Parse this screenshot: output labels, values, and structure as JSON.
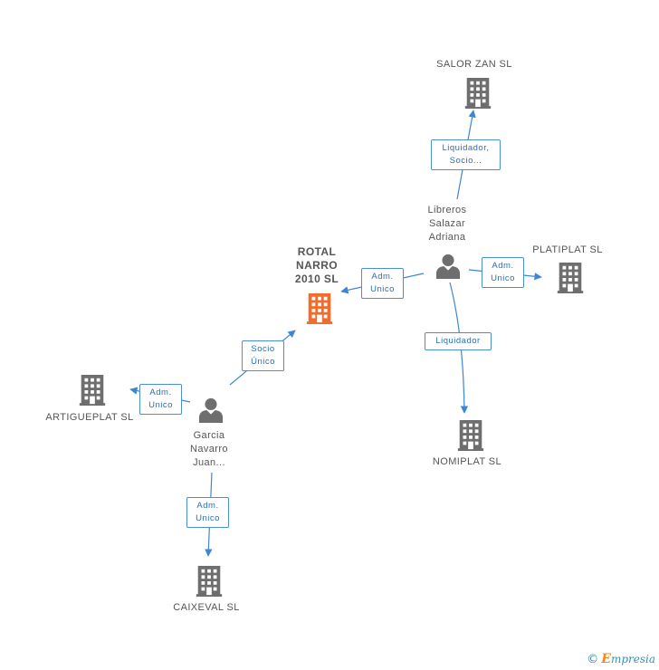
{
  "colors": {
    "main_company": "#f26c2e",
    "company": "#6e6e6e",
    "person": "#6e6e6e",
    "edge": "#3e86d4",
    "label_text": "#2a6fb7"
  },
  "nodes": {
    "rotal": {
      "label_lines": [
        "ROTAL",
        "NARRO",
        "2010 SL"
      ],
      "icon": "building-icon"
    },
    "salor": {
      "label_lines": [
        "SALOR ZAN SL"
      ],
      "icon": "building-icon"
    },
    "platiplat": {
      "label_lines": [
        "PLATIPLAT SL"
      ],
      "icon": "building-icon"
    },
    "nomiplat": {
      "label_lines": [
        "NOMIPLAT SL"
      ],
      "icon": "building-icon"
    },
    "artigueplat": {
      "label_lines": [
        "ARTIGUEPLAT SL"
      ],
      "icon": "building-icon"
    },
    "caixeval": {
      "label_lines": [
        "CAIXEVAL SL"
      ],
      "icon": "building-icon"
    },
    "libreros": {
      "label_lines": [
        "Libreros",
        "Salazar",
        "Adriana"
      ],
      "icon": "person-icon"
    },
    "garcia": {
      "label_lines": [
        "Garcia",
        "Navarro",
        "Juan..."
      ],
      "icon": "person-icon"
    }
  },
  "edges": {
    "libreros_salor": {
      "label_lines": [
        "Liquidador,",
        "Socio..."
      ]
    },
    "libreros_rotal": {
      "label_lines": [
        "Adm.",
        "Unico"
      ]
    },
    "libreros_platiplat": {
      "label_lines": [
        "Adm.",
        "Unico"
      ]
    },
    "libreros_nomiplat": {
      "label_lines": [
        "Liquidador"
      ]
    },
    "garcia_rotal": {
      "label_lines": [
        "Socio",
        "Único"
      ]
    },
    "garcia_artigueplat": {
      "label_lines": [
        "Adm.",
        "Unico"
      ]
    },
    "garcia_caixeval": {
      "label_lines": [
        "Adm.",
        "Unico"
      ]
    }
  },
  "footer": {
    "copyright_symbol": "©",
    "brand_initial": "E",
    "brand_rest": "mpresia"
  }
}
